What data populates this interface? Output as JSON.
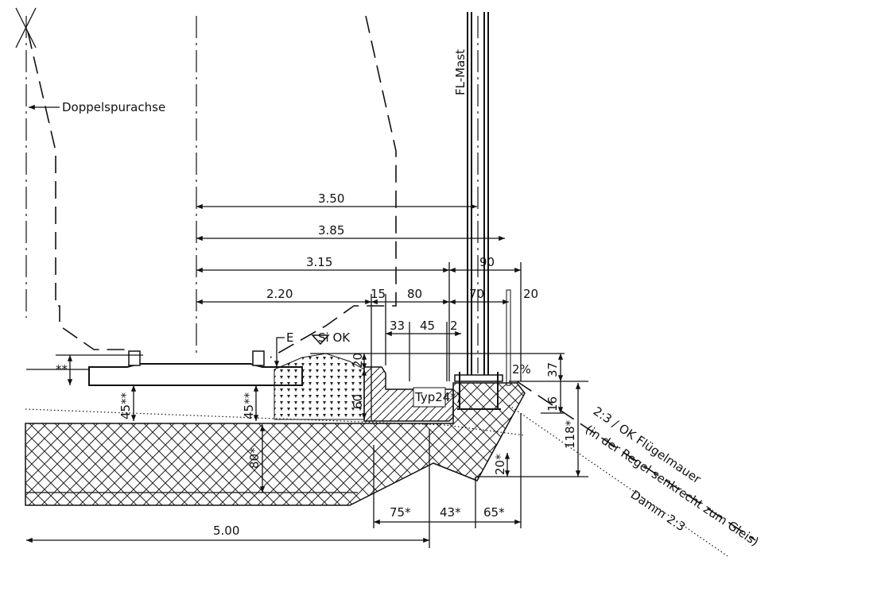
{
  "labels": {
    "doppelspurachse": "Doppelspurachse",
    "fl_mast": "FL-Mast",
    "e": "E",
    "si_ok": "Si OK",
    "typ": "Typ24*)",
    "gradient": "2%",
    "slope_main": "2:3  /  OK Flügelmauer",
    "slope_note": "(in der Regel senkrecht zum Gleis)",
    "damm": "Damm 2:3"
  },
  "dimensions": {
    "d350": "3.50",
    "d385": "3.85",
    "d315": "3.15",
    "d90": "90",
    "d220": "2.20",
    "d15": "15",
    "d80": "80",
    "d70": "70",
    "d20": "20",
    "d33": "33",
    "d45": "45",
    "d2": "2",
    "d37": "37",
    "d16": "16",
    "d118": "118*",
    "d20s": "20*",
    "d20v": "20",
    "d60": "60",
    "d75": "75*",
    "d43": "43*",
    "d65": "65*",
    "d500": "5.00",
    "d80s": "80*",
    "d45a": "45**",
    "d45b": "45**",
    "dss": "**"
  }
}
